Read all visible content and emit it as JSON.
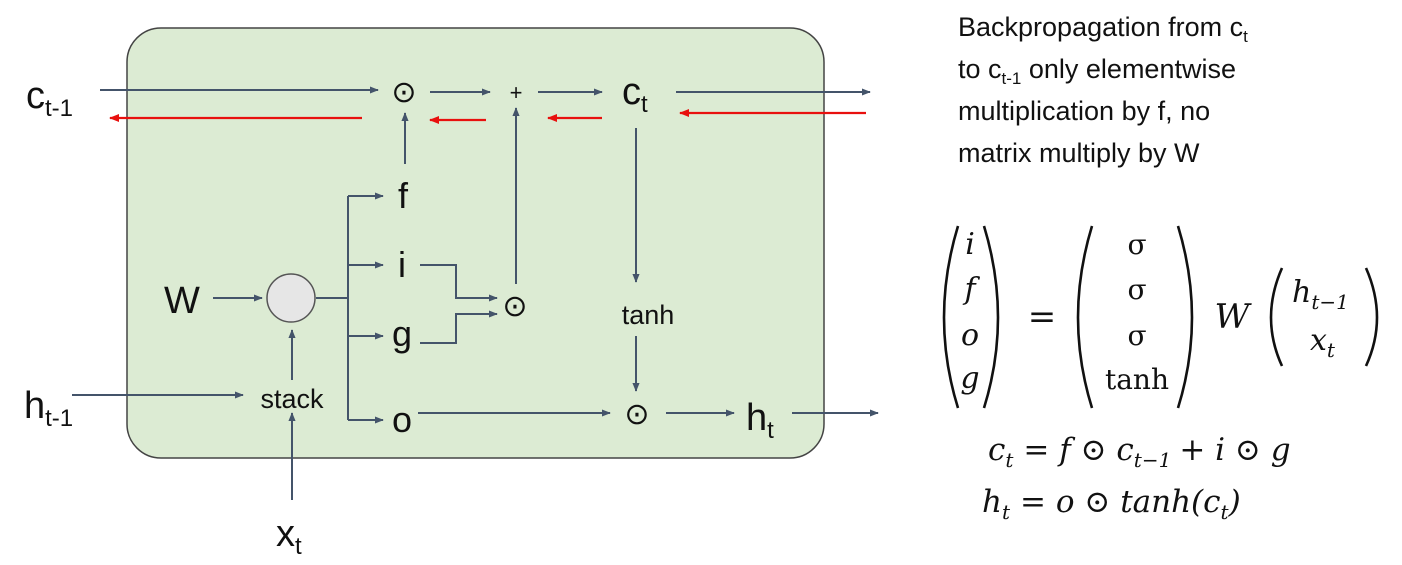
{
  "diagram": {
    "inputs": {
      "c_prev": "c",
      "c_prev_sub": "t-1",
      "h_prev": "h",
      "h_prev_sub": "t-1",
      "x": "x",
      "x_sub": "t",
      "weight": "W"
    },
    "nodes": {
      "stack": "stack",
      "tanh": "tanh",
      "odot": "⊙",
      "plus": "+"
    },
    "gates": {
      "f": "f",
      "i": "i",
      "g": "g",
      "o": "o"
    },
    "outputs": {
      "c": "c",
      "c_sub": "t",
      "h": "h",
      "h_sub": "t"
    },
    "colors": {
      "cell_fill": "#dcebd3",
      "cell_stroke": "#444444",
      "arrow": "#44546a",
      "backprop": "#e8100e",
      "node_fill": "#e6e6e6"
    }
  },
  "note": {
    "line1": "Backpropagation from c",
    "line1_sub": "t",
    "line2a": "to c",
    "line2_sub": "t-1",
    "line2b": " only elementwise",
    "line3": "multiplication by f, no",
    "line4": "matrix multiply by W"
  },
  "equations": {
    "vec_left": [
      "i",
      "f",
      "o",
      "g"
    ],
    "equals": "=",
    "vec_mid": [
      "σ",
      "σ",
      "σ",
      "tanh"
    ],
    "weight": "W",
    "vec_right": [
      "h",
      "x"
    ],
    "vec_right_subs": [
      "t−1",
      "t"
    ],
    "eq_c_lhs": "c",
    "eq_c_lhs_sub": "t",
    "eq_c_rhs_f": "= f ⊙ c",
    "eq_c_rhs_sub": "t−1",
    "eq_c_rhs_rest": "+ i ⊙ g",
    "eq_h_lhs": "h",
    "eq_h_lhs_sub": "t",
    "eq_h_rhs_a": "= o ⊙ tanh(c",
    "eq_h_rhs_sub": "t",
    "eq_h_rhs_b": ")"
  }
}
